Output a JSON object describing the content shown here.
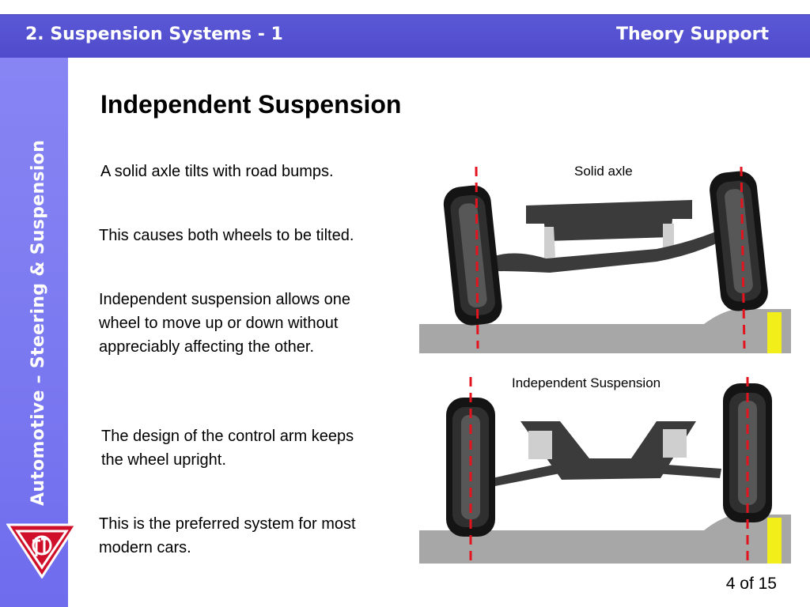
{
  "header": {
    "title": "2. Suspension Systems - 1",
    "right_label": "Theory Support"
  },
  "sidebar": {
    "vertical_label": "Automotive – Steering & Suspension",
    "logo_icon": "triangle-logo-icon"
  },
  "main": {
    "title": "Independent Suspension",
    "paragraphs": [
      "A solid axle tilts with road bumps.",
      "This causes both wheels to be tilted.",
      "Independent suspension allows one wheel to move up or down without appreciably affecting the other.",
      "The design of the control arm keeps the wheel upright.",
      "This is the preferred system for most modern cars."
    ]
  },
  "figures": {
    "solid_axle_caption": "Solid axle",
    "independent_caption": "Independent Suspension"
  },
  "footer": {
    "page_number": "4 of 15"
  },
  "colors": {
    "header": "#4f4bcc",
    "sidebar": "#7c7af0",
    "logo_red": "#d0102a",
    "dashed_line": "#e3141e",
    "road_yellow": "#f2ee1a"
  }
}
